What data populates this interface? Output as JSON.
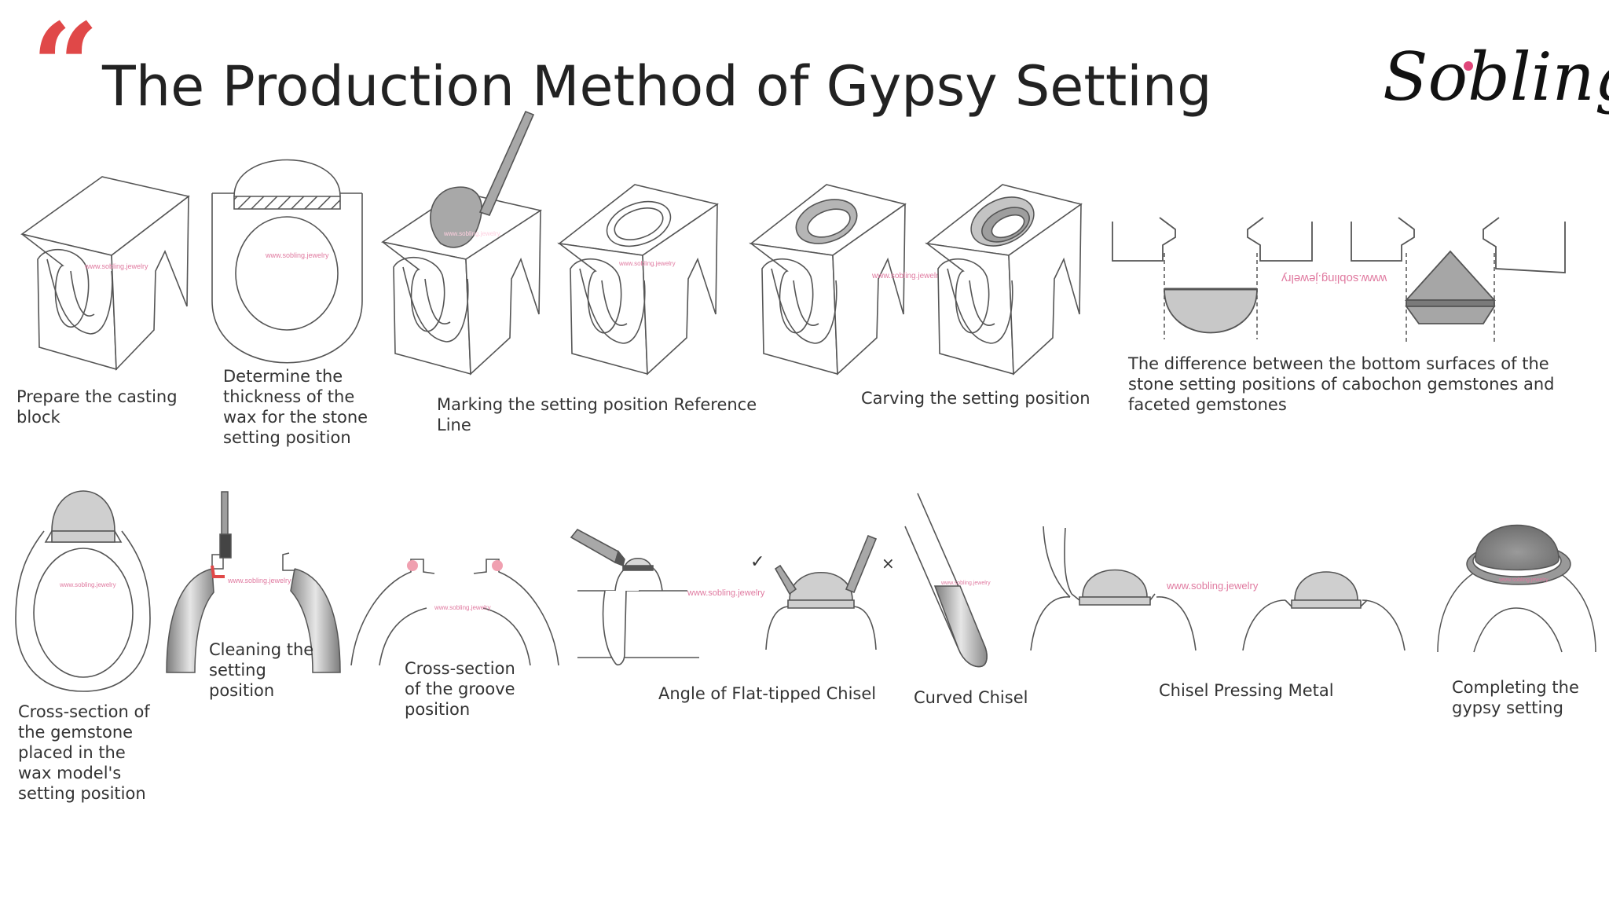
{
  "title": "The Production Method of Gypsy Setting",
  "logo": {
    "text": "Sobling",
    "accent_color": "#e0467a"
  },
  "colors": {
    "quote_mark": "#e04848",
    "stone_fill": "#cfcfcf",
    "dark_stone_fill": "#a8a8a8",
    "line": "#555555",
    "watermark": "#e07aa0",
    "metal_gradient_dark": "#7c7c7c"
  },
  "watermark_text": "www.sobling.jewelry",
  "decor_icons": [
    "quote-mark-icon",
    "check-mark-icon",
    "cross-mark-icon"
  ],
  "marks": {
    "correct": "✓",
    "wrong": "×"
  },
  "steps": [
    {
      "caption": "Prepare the casting block"
    },
    {
      "caption": "Determine the thickness of the wax for the stone setting position"
    },
    {
      "caption": "Marking the setting position Reference Line"
    },
    {
      "caption": "Carving the setting position"
    },
    {
      "caption": "The difference between the bottom surfaces of the stone setting positions of cabochon gemstones and faceted gemstones"
    },
    {
      "caption": "Cross-section of the gemstone placed in the wax model's setting position"
    },
    {
      "caption": "Cleaning the setting position"
    },
    {
      "caption": "Cross-section of the groove position"
    },
    {
      "caption": "Angle of Flat-tipped Chisel"
    },
    {
      "caption": "Curved Chisel"
    },
    {
      "caption": "Chisel Pressing Metal"
    },
    {
      "caption": "Completing the gypsy setting"
    }
  ]
}
